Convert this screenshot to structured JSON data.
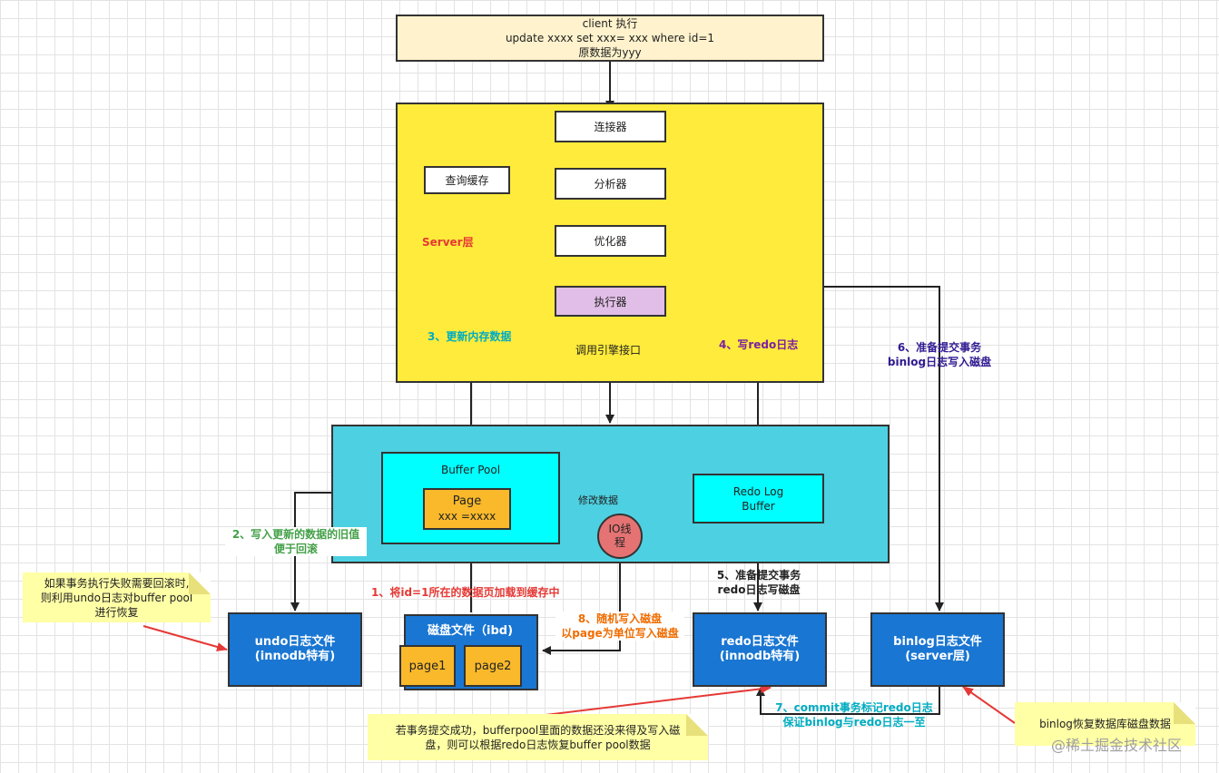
{
  "client": {
    "line1": "client 执行",
    "line2": "update xxxx set xxx= xxx where id=1",
    "line3": "原数据为yyy"
  },
  "server": {
    "label": "Server层",
    "connector": "连接器",
    "query_cache": "查询缓存",
    "analyzer": "分析器",
    "optimizer": "优化器",
    "executor": "执行器",
    "call_engine": "调用引擎接口"
  },
  "engine": {
    "buffer_pool": "Buffer Pool",
    "page_title": "Page",
    "page_value": "xxx =xxxx",
    "modify_data": "修改数据",
    "io_thread_1": "IO线",
    "io_thread_2": "程",
    "redo_buffer_1": "Redo Log",
    "redo_buffer_2": "Buffer"
  },
  "files": {
    "undo_1": "undo日志文件",
    "undo_2": "(innodb特有)",
    "disk_title": "磁盘文件（ibd)",
    "page1": "page1",
    "page2": "page2",
    "redo_1": "redo日志文件",
    "redo_2": "(innodb特有)",
    "binlog_1": "binlog日志文件",
    "binlog_2": "(server层)"
  },
  "steps": {
    "s1": "1、将id=1所在的数据页加载到缓存中",
    "s2_1": "2、写入更新的数据的旧值",
    "s2_2": "便于回滚",
    "s3": "3、更新内存数据",
    "s4": "4、写redo日志",
    "s5_1": "5、准备提交事务",
    "s5_2": "redo日志写磁盘",
    "s6_1": "6、准备提交事务",
    "s6_2": "binlog日志写入磁盘",
    "s7_1": "7、commit事务标记redo日志",
    "s7_2": "保证binlog与redo日志一至",
    "s8_1": "8、随机写入磁盘",
    "s8_2": "以page为单位写入磁盘"
  },
  "notes": {
    "undo_1": "如果事务执行失败需要回滚时,",
    "undo_2": "则利用undo日志对buffer pool",
    "undo_3": "进行恢复",
    "redo_1": "若事务提交成功，bufferpool里面的数据还没来得及写入磁",
    "redo_2": "盘，则可以根据redo日志恢复buffer pool数据",
    "binlog_1": "binlog恢复数据库磁盘数据"
  },
  "watermark": "@稀土掘金技术社区",
  "colors": {
    "client_fill": "#fff2cc",
    "server_fill": "#ffeb3b",
    "executor_fill": "#e1bee7",
    "engine_fill": "#4dd0e1",
    "buffer_pool_fill": "#00ffff",
    "page_fill": "#f9b92b",
    "io_thread_fill": "#e57373",
    "file_fill": "#1976d2",
    "note_fill": "#ffffa6",
    "red_text": "#e53935",
    "green_text": "#43a047",
    "cyan_text": "#00acc1",
    "purple_text": "#7b1fa2",
    "orange_text": "#ef6c00",
    "navy_text": "#311b92"
  }
}
